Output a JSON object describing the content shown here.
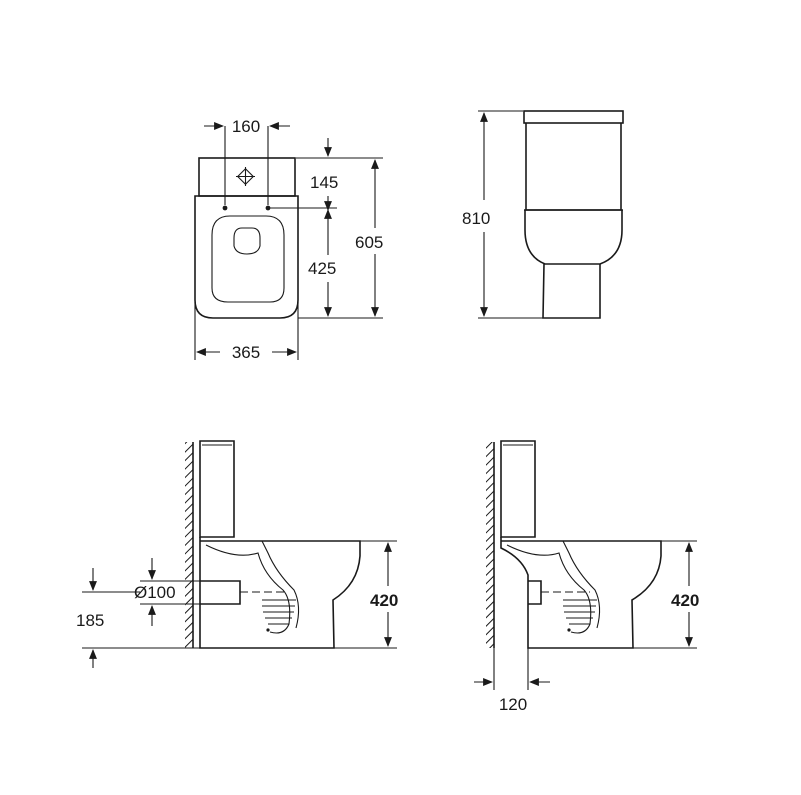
{
  "top_view": {
    "width_label": "365",
    "tank_label": "160",
    "seat_depth_label": "145",
    "bowl_depth_label": "425",
    "total_depth_label": "605"
  },
  "front_view": {
    "height_label": "810"
  },
  "side_view_floor": {
    "outlet_diameter_label": "Ø100",
    "outlet_height_label": "185",
    "seat_height_label": "420"
  },
  "side_view_wall": {
    "seat_height_label": "420",
    "wall_offset_label": "120"
  }
}
